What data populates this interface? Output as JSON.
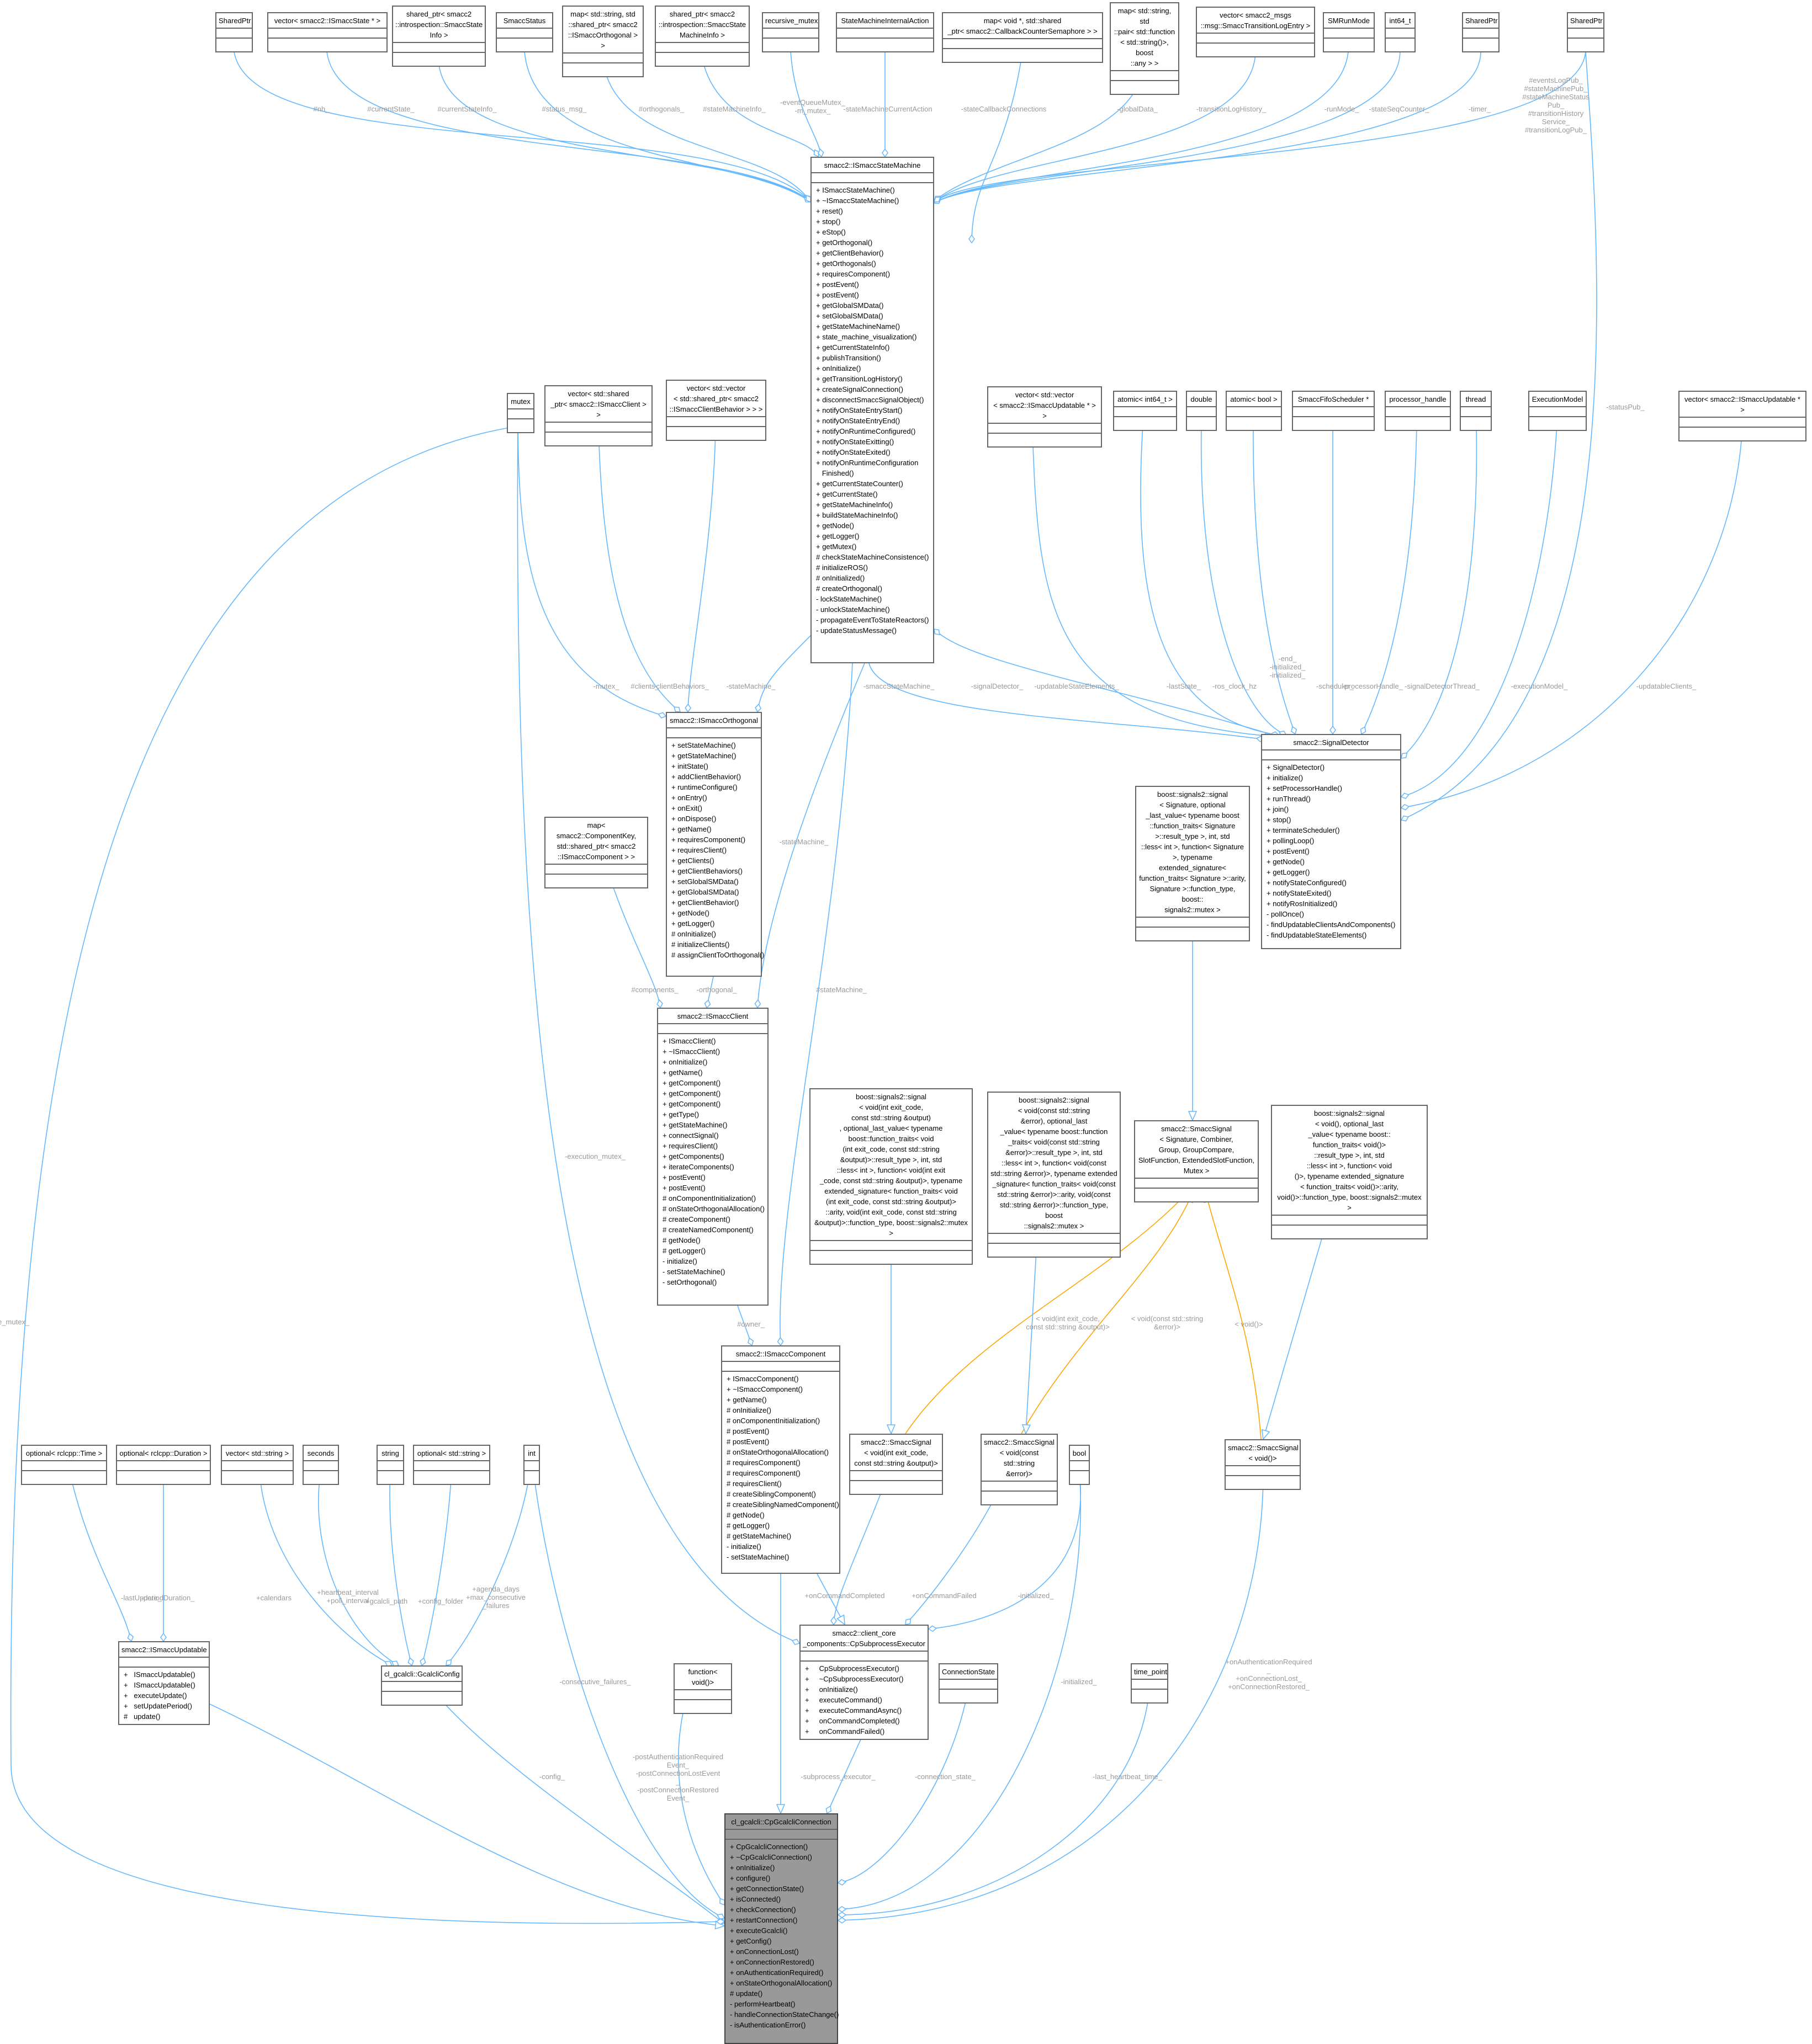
{
  "diagram": {
    "nodes": [
      {
        "id": "cpgcalcli",
        "title": "cl_gcalcli::CpGcalcliConnection",
        "focus": true,
        "methods": [
          "+ CpGcalcliConnection()",
          "+ ~CpGcalcliConnection()",
          "+ onInitialize()",
          "+ configure()",
          "+ getConnectionState()",
          "+ isConnected()",
          "+ checkConnection()",
          "+ restartConnection()",
          "+ executeGcalcli()",
          "+ getConfig()",
          "+ onConnectionLost()",
          "+ onConnectionRestored()",
          "+ onAuthenticationRequired()",
          "+ onStateOrthogonalAllocation()",
          "# update()",
          "- performHeartbeat()",
          "- handleConnectionStateChange()",
          "- isAuthenticationError()"
        ]
      },
      {
        "id": "updatable",
        "title": "smacc2::ISmaccUpdatable",
        "methods": [
          "+   ISmaccUpdatable()",
          "+   ISmaccUpdatable()",
          "+   executeUpdate()",
          "+   setUpdatePeriod()",
          "#   update()"
        ]
      },
      {
        "id": "gconfig",
        "title": "cl_gcalcli::GcalcliConfig",
        "methods": []
      },
      {
        "id": "opt_time",
        "title": "optional< rclcpp::Time >",
        "methods": []
      },
      {
        "id": "opt_dur",
        "title": "optional< rclcpp::Duration >",
        "methods": []
      },
      {
        "id": "vec_str",
        "title": "vector< std::string >",
        "methods": []
      },
      {
        "id": "seconds",
        "title": "seconds",
        "methods": []
      },
      {
        "id": "string",
        "title": "string",
        "methods": []
      },
      {
        "id": "opt_str",
        "title": "optional< std::string >",
        "methods": []
      },
      {
        "id": "int",
        "title": "int",
        "methods": []
      },
      {
        "id": "func_void",
        "title": "function< void()>",
        "methods": []
      },
      {
        "id": "subexec",
        "title": "smacc2::client_core\n_components::CpSubprocessExecutor",
        "methods": [
          "+     CpSubprocessExecutor()",
          "+     ~CpSubprocessExecutor()",
          "+     onInitialize()",
          "+     executeCommand()",
          "+     executeCommandAsync()",
          "+     onCommandCompleted()",
          "+     onCommandFailed()"
        ]
      },
      {
        "id": "connstate",
        "title": "ConnectionState",
        "methods": []
      },
      {
        "id": "time_point",
        "title": "time_point",
        "methods": []
      },
      {
        "id": "bool",
        "title": "bool",
        "methods": []
      },
      {
        "id": "sig_void",
        "title": "smacc2::SmaccSignal\n< void()>",
        "methods": []
      },
      {
        "id": "sig_int_str",
        "title": "smacc2::SmaccSignal\n< void(int exit_code,\nconst std::string &output)>",
        "methods": []
      },
      {
        "id": "sig_str",
        "title": "smacc2::SmaccSignal\n< void(const std::string\n&error)>",
        "methods": []
      },
      {
        "id": "icomponent",
        "title": "smacc2::ISmaccComponent",
        "methods": [
          "+ ISmaccComponent()",
          "+ ~ISmaccComponent()",
          "+ getName()",
          "# onInitialize()",
          "# onComponentInitialization()",
          "# postEvent()",
          "# postEvent()",
          "# onStateOrthogonalAllocation()",
          "# requiresComponent()",
          "# requiresComponent()",
          "# requiresClient()",
          "# createSiblingComponent()",
          "# createSiblingNamedComponent()",
          "# getNode()",
          "# getLogger()",
          "# getStateMachine()",
          "- initialize()",
          "- setStateMachine()"
        ]
      },
      {
        "id": "boost_int_str",
        "title": "boost::signals2::signal\n< void(int exit_code,\nconst std::string &output)\n, optional_last_value< typename\nboost::function_traits< void\n(int exit_code, const std::string\n&output)>::result_type >, int, std\n::less< int >, function< void(int exit\n_code, const std::string &output)>, typename\nextended_signature< function_traits< void\n(int exit_code, const std::string &output)>\n::arity, void(int exit_code, const std::string\n&output)>::function_type, boost::signals2::mutex >",
        "methods": []
      },
      {
        "id": "boost_str",
        "title": "boost::signals2::signal\n< void(const std::string\n&error), optional_last\n_value< typename boost::function\n_traits< void(const std::string\n&error)>::result_type >, int, std\n::less< int >, function< void(const\nstd::string &error)>, typename extended\n_signature< function_traits< void(const\nstd::string &error)>::arity, void(const\nstd::string &error)>::function_type, boost\n::signals2::mutex >",
        "methods": []
      },
      {
        "id": "smaccsignal",
        "title": "smacc2::SmaccSignal\n< Signature, Combiner,\nGroup, GroupCompare,\nSlotFunction, ExtendedSlotFunction,\nMutex >",
        "methods": []
      },
      {
        "id": "boost_void",
        "title": "boost::signals2::signal\n< void(), optional_last\n_value< typename boost::\nfunction_traits< void()>\n::result_type >, int, std\n::less< int >, function< void\n()>, typename extended_signature\n< function_traits< void()>::arity,\nvoid()>::function_type, boost::signals2::mutex >",
        "methods": []
      },
      {
        "id": "boost_generic",
        "title": "boost::signals2::signal\n< Signature, optional\n_last_value< typename boost\n::function_traits< Signature\n>::result_type >, int, std\n::less< int >, function< Signature\n>, typename extended_signature<\nfunction_traits< Signature >::arity,\nSignature >::function_type, boost::\nsignals2::mutex >",
        "methods": []
      },
      {
        "id": "iclient",
        "title": "smacc2::ISmaccClient",
        "methods": [
          "+ ISmaccClient()",
          "+ ~ISmaccClient()",
          "+ onInitialize()",
          "+ getName()",
          "+ getComponent()",
          "+ getComponent()",
          "+ getComponent()",
          "+ getType()",
          "+ getStateMachine()",
          "+ connectSignal()",
          "+ requiresClient()",
          "+ getComponents()",
          "+ iterateComponents()",
          "+ postEvent()",
          "+ postEvent()",
          "# onComponentInitialization()",
          "# onStateOrthogonalAllocation()",
          "# createComponent()",
          "# createNamedComponent()",
          "# getNode()",
          "# getLogger()",
          "- initialize()",
          "- setStateMachine()",
          "- setOrthogonal()"
        ]
      },
      {
        "id": "map_comp",
        "title": "map< smacc2::ComponentKey,\nstd::shared_ptr< smacc2\n::ISmaccComponent > >",
        "methods": []
      },
      {
        "id": "iorth",
        "title": "smacc2::ISmaccOrthogonal",
        "methods": [
          "+ setStateMachine()",
          "+ getStateMachine()",
          "+ initState()",
          "+ addClientBehavior()",
          "+ runtimeConfigure()",
          "+ onEntry()",
          "+ onExit()",
          "+ onDispose()",
          "+ getName()",
          "+ requiresComponent()",
          "+ requiresClient()",
          "+ getClients()",
          "+ getClientBehaviors()",
          "+ setGlobalSMData()",
          "+ getGlobalSMData()",
          "+ getClientBehavior()",
          "+ getNode()",
          "+ getLogger()",
          "# onInitialize()",
          "# initializeClients()",
          "# assignClientToOrthogonal()"
        ]
      },
      {
        "id": "mutex",
        "title": "mutex",
        "methods": []
      },
      {
        "id": "vec_client",
        "title": "vector< std::shared\n_ptr< smacc2::ISmaccClient > >",
        "methods": []
      },
      {
        "id": "vec_cb",
        "title": "vector< std::vector\n< std::shared_ptr< smacc2\n::ISmaccClientBehavior > > >",
        "methods": []
      },
      {
        "id": "ism",
        "title": "smacc2::ISmaccStateMachine",
        "methods": [
          "+ ISmaccStateMachine()",
          "+ ~ISmaccStateMachine()",
          "+ reset()",
          "+ stop()",
          "+ eStop()",
          "+ getOrthogonal()",
          "+ getClientBehavior()",
          "+ getOrthogonals()",
          "+ requiresComponent()",
          "+ postEvent()",
          "+ postEvent()",
          "+ getGlobalSMData()",
          "+ setGlobalSMData()",
          "+ getStateMachineName()",
          "+ state_machine_visualization()",
          "+ getCurrentStateInfo()",
          "+ publishTransition()",
          "+ onInitialize()",
          "+ getTransitionLogHistory()",
          "+ createSignalConnection()",
          "+ disconnectSmaccSignalObject()",
          "+ notifyOnStateEntryStart()",
          "+ notifyOnStateEntryEnd()",
          "+ notifyOnRuntimeConfigured()",
          "+ notifyOnStateExitting()",
          "+ notifyOnStateExited()",
          "+ notifyOnRuntimeConfiguration",
          "   Finished()",
          "+ getCurrentStateCounter()",
          "+ getCurrentState()",
          "+ getStateMachineInfo()",
          "+ buildStateMachineInfo()",
          "+ getNode()",
          "+ getLogger()",
          "+ getMutex()",
          "# checkStateMachineConsistence()",
          "# initializeROS()",
          "# onInitialized()",
          "# createOrthogonal()",
          "- lockStateMachine()",
          "- unlockStateMachine()",
          "- propagateEventToStateReactors()",
          "- updateStatusMessage()"
        ]
      },
      {
        "id": "sigdet",
        "title": "smacc2::SignalDetector",
        "methods": [
          "+ SignalDetector()",
          "+ initialize()",
          "+ setProcessorHandle()",
          "+ runThread()",
          "+ join()",
          "+ stop()",
          "+ terminateScheduler()",
          "+ pollingLoop()",
          "+ postEvent()",
          "+ getNode()",
          "+ getLogger()",
          "+ notifyStateConfigured()",
          "+ notifyStateExited()",
          "+ notifyRosInitialized()",
          "- pollOnce()",
          "- findUpdatableClientsAndComponents()",
          "- findUpdatableStateElements()"
        ]
      },
      {
        "id": "vec_vec_upd",
        "title": "vector< std::vector\n< smacc2::ISmaccUpdatable * > >",
        "methods": []
      },
      {
        "id": "atomic_int64",
        "title": "atomic< int64_t >",
        "methods": []
      },
      {
        "id": "double",
        "title": "double",
        "methods": []
      },
      {
        "id": "atomic_bool",
        "title": "atomic< bool >",
        "methods": []
      },
      {
        "id": "fifo",
        "title": "SmaccFifoScheduler *",
        "methods": []
      },
      {
        "id": "proc_handle",
        "title": "processor_handle",
        "methods": []
      },
      {
        "id": "thread",
        "title": "thread",
        "methods": []
      },
      {
        "id": "execmodel",
        "title": "ExecutionModel",
        "methods": []
      },
      {
        "id": "vec_upd",
        "title": "vector< smacc2::ISmaccUpdatable * >",
        "methods": []
      },
      {
        "id": "sp1",
        "title": "SharedPtr",
        "methods": []
      },
      {
        "id": "vec_state",
        "title": "vector< smacc2::ISmaccState * >",
        "methods": []
      },
      {
        "id": "sp_stateinfo",
        "title": "shared_ptr< smacc2\n::introspection::SmaccState\nInfo >",
        "methods": []
      },
      {
        "id": "smaccstatus",
        "title": "SmaccStatus",
        "methods": []
      },
      {
        "id": "map_orth",
        "title": "map< std::string, std\n::shared_ptr< smacc2\n::ISmaccOrthogonal > >",
        "methods": []
      },
      {
        "id": "sp_sminfo",
        "title": "shared_ptr< smacc2\n::introspection::SmaccState\nMachineInfo >",
        "methods": []
      },
      {
        "id": "rec_mutex",
        "title": "recursive_mutex",
        "methods": []
      },
      {
        "id": "sm_internal",
        "title": "StateMachineInternalAction",
        "methods": []
      },
      {
        "id": "map_sem",
        "title": "map< void *, std::shared\n_ptr< smacc2::CallbackCounterSemaphore > >",
        "methods": []
      },
      {
        "id": "map_any",
        "title": "map< std::string, std\n::pair< std::function\n< std::string()>, boost\n::any > >",
        "methods": []
      },
      {
        "id": "vec_log",
        "title": "vector< smacc2_msgs\n::msg::SmaccTransitionLogEntry >",
        "methods": []
      },
      {
        "id": "smrunmode",
        "title": "SMRunMode",
        "methods": []
      },
      {
        "id": "int64",
        "title": "int64_t",
        "methods": []
      },
      {
        "id": "sp2",
        "title": "SharedPtr",
        "methods": []
      },
      {
        "id": "sp3",
        "title": "SharedPtr",
        "methods": []
      }
    ],
    "edges": [
      {
        "id": "e_upd_focus",
        "label": ""
      },
      {
        "id": "e_time_upd",
        "label": "-lastUpdate_"
      },
      {
        "id": "e_dur_upd",
        "label": "-periodDuration_"
      },
      {
        "id": "e_conf_focus",
        "label": "-config_"
      },
      {
        "id": "e_vec_conf",
        "label": "+calendars"
      },
      {
        "id": "e_sec_conf",
        "label": "+heartbeat_interval\n+poll_interval"
      },
      {
        "id": "e_str_conf",
        "label": "+gcalcli_path"
      },
      {
        "id": "e_optstr_conf",
        "label": "+config_folder"
      },
      {
        "id": "e_int_conf",
        "label": "+agenda_days\n+max_consecutive\n_failures"
      },
      {
        "id": "e_int_focus",
        "label": "-consecutive_failures_"
      },
      {
        "id": "e_mutex_focus",
        "label": "-state_mutex_"
      },
      {
        "id": "e_func_focus",
        "label": "-postAuthenticationRequired\nEvent_\n-postConnectionLostEvent\n_\n-postConnectionRestored\nEvent_"
      },
      {
        "id": "e_sub_focus",
        "label": "-subprocess_executor_"
      },
      {
        "id": "e_cs_focus",
        "label": "-connection_state_"
      },
      {
        "id": "e_tp_focus",
        "label": "-last_heartbeat_time_"
      },
      {
        "id": "e_bool_focus",
        "label": "-initialized_"
      },
      {
        "id": "e_sv_focus",
        "label": "+onAuthenticationRequired\n_\n+onConnectionLost_\n+onConnectionRestored_"
      },
      {
        "id": "e_comp_focus",
        "label": ""
      },
      {
        "id": "e_comp_sub",
        "label": ""
      },
      {
        "id": "e_mutex_sub",
        "label": "-execution_mutex_"
      },
      {
        "id": "e_sis_sub",
        "label": "+onCommandCompleted"
      },
      {
        "id": "e_ss_sub",
        "label": "+onCommandFailed"
      },
      {
        "id": "e_bool_sub",
        "label": "-initialized_"
      },
      {
        "id": "e_sis_gen",
        "label": "< void(int exit_code,\nconst std::string &output)>"
      },
      {
        "id": "e_ss_gen",
        "label": "< void(const std::string\n&error)>"
      },
      {
        "id": "e_sv_gen",
        "label": "< void()>"
      },
      {
        "id": "e_bis_sis",
        "label": ""
      },
      {
        "id": "e_bs_ss",
        "label": ""
      },
      {
        "id": "e_bv_sv",
        "label": ""
      },
      {
        "id": "e_bg_sig",
        "label": ""
      },
      {
        "id": "e_cli_comp",
        "label": "#owner_"
      },
      {
        "id": "e_ism_comp",
        "label": "#stateMachine_"
      },
      {
        "id": "e_mapc_cli",
        "label": "#components_"
      },
      {
        "id": "e_orth_cli",
        "label": "-orthogonal_"
      },
      {
        "id": "e_ism_cli",
        "label": "-stateMachine_"
      },
      {
        "id": "e_mutex_orth",
        "label": "-mutex_"
      },
      {
        "id": "e_vc_orth",
        "label": "#clients_"
      },
      {
        "id": "e_vcb_orth",
        "label": "-clientBehaviors_"
      },
      {
        "id": "e_ism_orth",
        "label": "-stateMachine_"
      },
      {
        "id": "e_ism_sd",
        "label": "-smaccStateMachine_"
      },
      {
        "id": "e_sd_ism",
        "label": "-signalDetector_"
      },
      {
        "id": "e_vvu_sd",
        "label": "-updatableStateElements_"
      },
      {
        "id": "e_ai_sd",
        "label": "-lastState_"
      },
      {
        "id": "e_dbl_sd",
        "label": "-ros_clock_hz"
      },
      {
        "id": "e_ab_sd",
        "label": "-end_\n-initialized_\n-initialized_"
      },
      {
        "id": "e_fifo_sd",
        "label": "-scheduler_"
      },
      {
        "id": "e_ph_sd",
        "label": "-processorHandle_"
      },
      {
        "id": "e_th_sd",
        "label": "-signalDetectorThread_"
      },
      {
        "id": "e_em_sd",
        "label": "-executionModel_"
      },
      {
        "id": "e_vu_sd",
        "label": "-updatableClients_"
      },
      {
        "id": "e_sp3_sd",
        "label": "-statusPub_"
      },
      {
        "id": "e_sp1_ism",
        "label": "#nh_"
      },
      {
        "id": "e_vs_ism",
        "label": "#currentState_"
      },
      {
        "id": "e_si_ism",
        "label": "#currentStateInfo_"
      },
      {
        "id": "e_ss_ism",
        "label": "#status_msg_"
      },
      {
        "id": "e_mo_ism",
        "label": "#orthogonals_"
      },
      {
        "id": "e_smi_ism",
        "label": "#stateMachineInfo_"
      },
      {
        "id": "e_rm_ism",
        "label": "-eventQueueMutex_\n-m_mutex_"
      },
      {
        "id": "e_sia_ism",
        "label": "-stateMachineCurrentAction"
      },
      {
        "id": "e_sem_ism",
        "label": "-stateCallbackConnections"
      },
      {
        "id": "e_any_ism",
        "label": "-globalData_"
      },
      {
        "id": "e_log_ism",
        "label": "-transitionLogHistory_"
      },
      {
        "id": "e_run_ism",
        "label": "-runMode_"
      },
      {
        "id": "e_i64_ism",
        "label": "-stateSeqCounter_"
      },
      {
        "id": "e_sp2_ism",
        "label": "-timer_"
      },
      {
        "id": "e_sp3_ism",
        "label": "#eventsLogPub_\n#stateMachinePub_\n#stateMachineStatus\nPub_\n#transitionHistory\nService_\n#transitionLogPub_"
      }
    ]
  }
}
